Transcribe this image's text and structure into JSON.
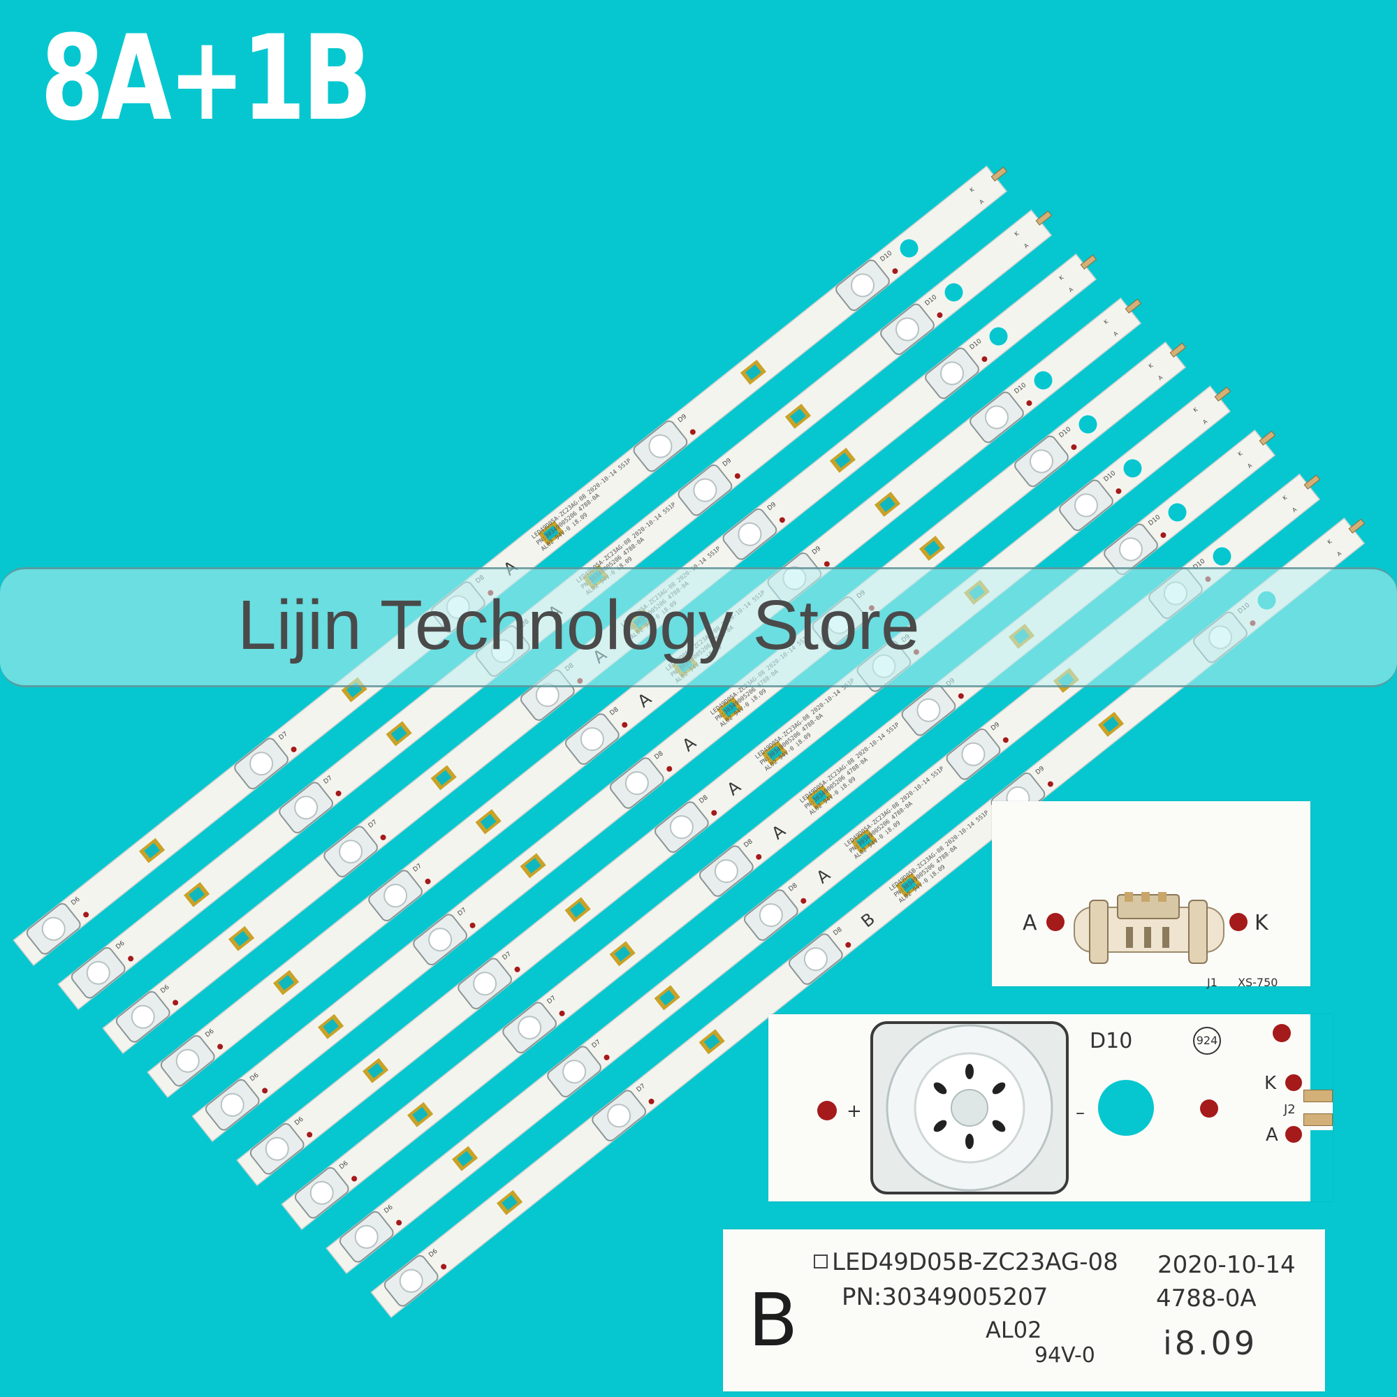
{
  "headline": "8A+1B",
  "banner_text": "Lijin Technology Store",
  "strip": {
    "labels": [
      "D6",
      "D7",
      "D8",
      "D9",
      "D10"
    ],
    "silk": [
      "LED49D05A-ZC23AG-08  2020-10-14  5S1P",
      "PN:30349005206      4788-0A",
      "AL02     94V-0   i8.09"
    ],
    "silk_b": "LED49D05B-ZC23AG-08  2020-10-14  5S1P",
    "letter_a": "A",
    "letter_b": "B",
    "small_k": "K",
    "small_a": "A"
  },
  "connector_panel": {
    "left_label": "A",
    "right_label": "K",
    "ref": "J1",
    "part": "XS-750"
  },
  "led_panel": {
    "designator": "D10",
    "badge": "924",
    "plus": "+",
    "minus": "–",
    "k_label": "K",
    "j2_label": "J2",
    "a_label": "A"
  },
  "label_panel": {
    "letter": "B",
    "model": "LED49D05B-ZC23AG-08",
    "date": "2020-10-14",
    "pn": "PN:30349005207",
    "code": "4788-0A",
    "lot": "AL02",
    "rating": "94V-0",
    "week": "i8.09"
  },
  "colors": {
    "background": "#06c7cf",
    "strip": "#f4f4ef",
    "pad": "#c9a227",
    "solder_dot": "#a51a1a"
  }
}
